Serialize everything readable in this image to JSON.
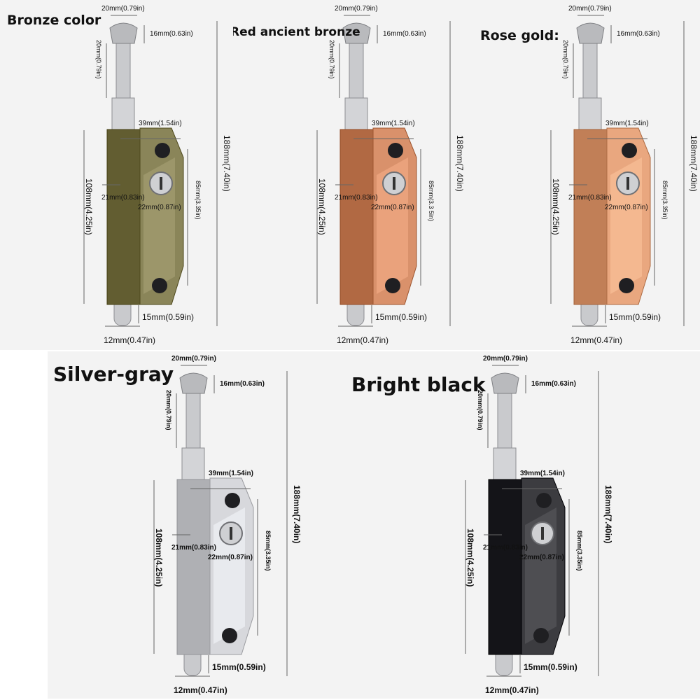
{
  "colors": {
    "bronze": "#8a8559",
    "red_bronze": "#d9916b",
    "rose_gold": "#e9a77f",
    "silver": "#d7d8dc",
    "black": "#3c3c40",
    "pin": "#c9cacd"
  },
  "products": [
    {
      "title": "Bronze color",
      "body_color": "bronze",
      "dims": {
        "head_w": "20mm(0.79in)",
        "head_h": "16mm(0.63in)",
        "upper": "20mm(0.79in)",
        "body_w": "39mm(1.54in)",
        "total": "188mm(7.40in)",
        "body_h": "108mm(4.25in)",
        "thick": "21mm(0.83in)",
        "lock": "22mm(0.87in)",
        "span": "85mm(3.35in)",
        "tail": "15mm(0.59in)",
        "pin": "12mm(0.47in)"
      }
    },
    {
      "title": "Red ancient bronze",
      "body_color": "red_bronze",
      "dims": {
        "head_w": "20mm(0.79in)",
        "head_h": "16mm(0.63in)",
        "upper": "20mm(0.79in)",
        "body_w": "39mm(1.54in)",
        "total": "188mm(7.40in)",
        "body_h": "108mm(4.25in)",
        "thick": "21mm(0.83in)",
        "lock": "22mm(0.87in)",
        "span": "85mm(3.3 5in)",
        "tail": "15mm(0.59in)",
        "pin": "12mm(0.47in)"
      }
    },
    {
      "title": "Rose gold:",
      "body_color": "rose_gold",
      "dims": {
        "head_w": "20mm(0.79in)",
        "head_h": "16mm(0.63in)",
        "upper": "20mm(0.79in)",
        "body_w": "39mm(1.54in)",
        "total": "188mm(7.40in)",
        "body_h": "108mm(4.25in)",
        "thick": "21mm(0.83in)",
        "lock": "22mm(0.87in)",
        "span": "85mm(3.35in)",
        "tail": "15mm(0.59in)",
        "pin": "12mm(0.47in)"
      }
    },
    {
      "title": "Silver-gray",
      "body_color": "silver",
      "dims": {
        "head_w": "20mm(0.79in)",
        "head_h": "16mm(0.63in)",
        "upper": "20mm(0.79in)",
        "body_w": "39mm(1.54in)",
        "total": "188mm(7.40in)",
        "body_h": "108mm(4.25in)",
        "thick": "21mm(0.83in)",
        "lock": "22mm(0.87in)",
        "span": "85mm(3.35in)",
        "tail": "15mm(0.59in)",
        "pin": "12mm(0.47in)"
      }
    },
    {
      "title": "Bright black",
      "body_color": "black",
      "dims": {
        "head_w": "20mm(0.79in)",
        "head_h": "16mm(0.63in)",
        "upper": "20mm(0.79in)",
        "body_w": "39mm(1.54in)",
        "total": "188mm(7.40in)",
        "body_h": "108mm(4.25in)",
        "thick": "21mm(0.83in)",
        "lock": "22mm(0.87in)",
        "span": "85mm(3.35in)",
        "tail": "15mm(0.59in)",
        "pin": "12mm(0.47in)"
      }
    }
  ]
}
